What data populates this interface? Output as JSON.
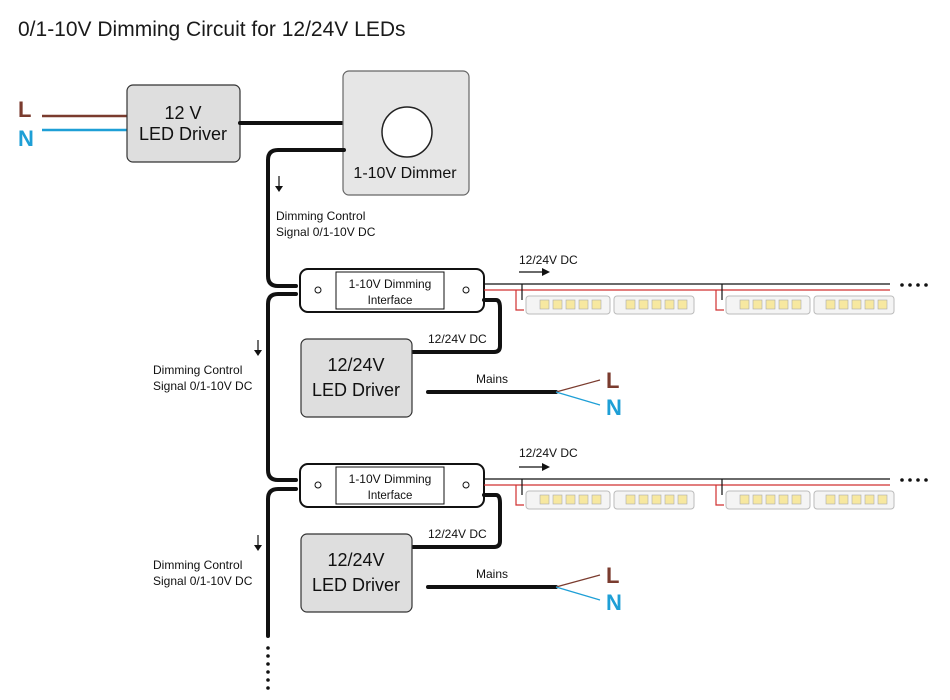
{
  "title": "0/1-10V Dimming Circuit for 12/24V LEDs",
  "top_driver": {
    "line1": "12 V",
    "line2": "LED Driver"
  },
  "dimmer": {
    "label": "1-10V Dimmer"
  },
  "mains_labels": {
    "L": "L",
    "N": "N"
  },
  "signal_top": {
    "line1": "Dimming Control",
    "line2": "Signal 0/1-10V DC"
  },
  "stages": [
    {
      "interface": {
        "line1": "1-10V Dimming",
        "line2": "Interface"
      },
      "output_label": "12/24V DC",
      "driver": {
        "line1": "12/24V",
        "line2": "LED Driver"
      },
      "driver_out_label": "12/24V DC",
      "mains_label": "Mains",
      "L": "L",
      "N": "N",
      "signal": {
        "line1": "Dimming Control",
        "line2": "Signal 0/1-10V DC"
      }
    },
    {
      "interface": {
        "line1": "1-10V Dimming",
        "line2": "Interface"
      },
      "output_label": "12/24V DC",
      "driver": {
        "line1": "12/24V",
        "line2": "LED Driver"
      },
      "driver_out_label": "12/24V DC",
      "mains_label": "Mains",
      "L": "L",
      "N": "N",
      "signal": {
        "line1": "Dimming Control",
        "line2": "Signal 0/1-10V DC"
      }
    }
  ],
  "colors": {
    "live": "#7a3b2e",
    "neutral": "#1e9fd6",
    "dc_positive": "#d03030"
  },
  "continuation_icon": "ellipsis-dots"
}
